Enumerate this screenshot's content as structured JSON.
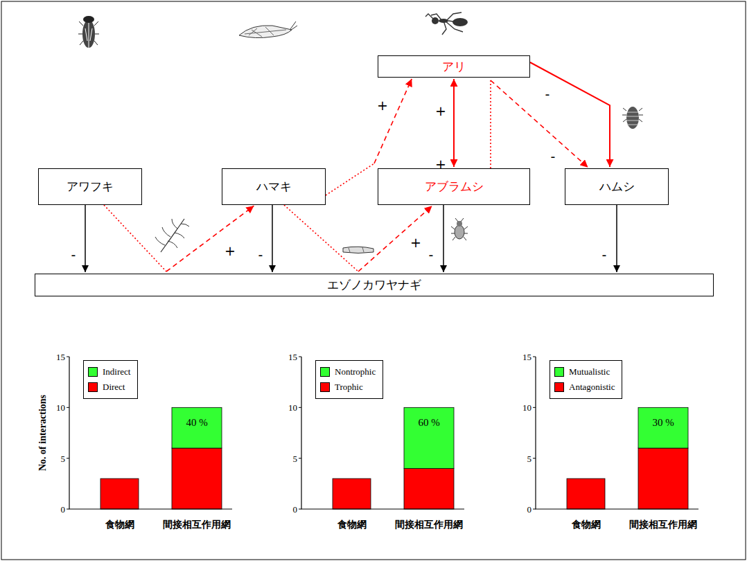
{
  "diagram": {
    "nodes": [
      {
        "text": [
          "アリ"
        ]
      },
      {
        "text": [
          "アワフキ"
        ]
      },
      {
        "text": [
          "ハマキ"
        ]
      },
      {
        "text": [
          "アブラムシ"
        ]
      },
      {
        "text": [
          "ハムシ"
        ]
      },
      {
        "text": [
          "エゾノカワヤナギ"
        ]
      }
    ],
    "edges": [
      {
        "from": 1,
        "to": 5,
        "arrow": "to",
        "label": "-"
      },
      {
        "from": 2,
        "to": 5,
        "arrow": "to",
        "label": "-"
      },
      {
        "from": 3,
        "to": 5,
        "arrow": "to",
        "label": "-"
      },
      {
        "from": 4,
        "to": 5,
        "arrow": "to",
        "label": "-"
      },
      {
        "from": 0,
        "to": 3,
        "arrow": "both",
        "label": "+"
      },
      {
        "from": 0,
        "to": 4,
        "arrow": "to",
        "label": "-"
      },
      {
        "from": 1,
        "to": 2,
        "arrow": "to",
        "label": "+"
      },
      {
        "from": 2,
        "to": 3,
        "arrow": "to",
        "label": "+"
      },
      {
        "from": 2,
        "to": 0,
        "arrow": "to",
        "label": "+"
      },
      {
        "from": 3,
        "to": 4,
        "arrow": "to",
        "label": "-"
      }
    ],
    "labels": [
      "+",
      "15",
      "10",
      "5",
      "0",
      "No. of interactions",
      "食物網",
      "間接相互作用網",
      "40 %",
      "15",
      "10",
      "5",
      "0",
      "食物網",
      "間接相互作用網",
      "60 %",
      "15",
      "10",
      "5",
      "0",
      "食物網",
      "間接相互作用網",
      "30 %"
    ],
    "legend": [
      {
        "text": "Indirect",
        "color": "#33ff33"
      },
      {
        "text": "Direct",
        "color": "#ff0000"
      },
      {
        "text": "Nontrophic",
        "color": "#33ff33"
      },
      {
        "text": "Trophic",
        "color": "#ff0000"
      },
      {
        "text": "Mutualistic",
        "color": "#33ff33"
      },
      {
        "text": "Antagonistic",
        "color": "#ff0000"
      }
    ]
  }
}
